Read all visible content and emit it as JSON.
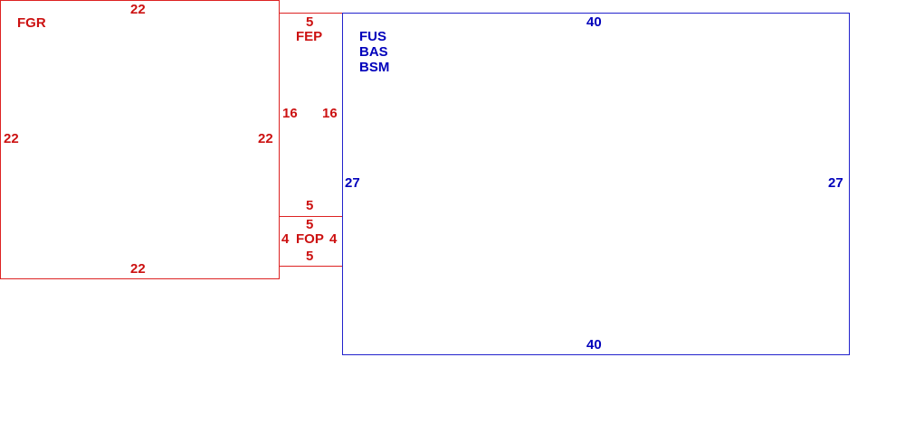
{
  "colors": {
    "red_group": "#dd2222",
    "red_text": "#cc1111",
    "blue_group": "#2222cc",
    "blue_text": "#0000bb"
  },
  "fgr": {
    "name": "FGR",
    "top": "22",
    "bottom": "22",
    "left": "22",
    "right": "22"
  },
  "fep": {
    "name": "FEP",
    "top": "5",
    "bottom": "5",
    "left": "16",
    "right": "16"
  },
  "fop": {
    "name": "FOP",
    "top": "5",
    "bottom": "5",
    "left": "4",
    "right": "4"
  },
  "blue_room": {
    "names": [
      "FUS",
      "BAS",
      "BSM"
    ],
    "top": "40",
    "bottom": "40",
    "left": "27",
    "right": "27"
  }
}
